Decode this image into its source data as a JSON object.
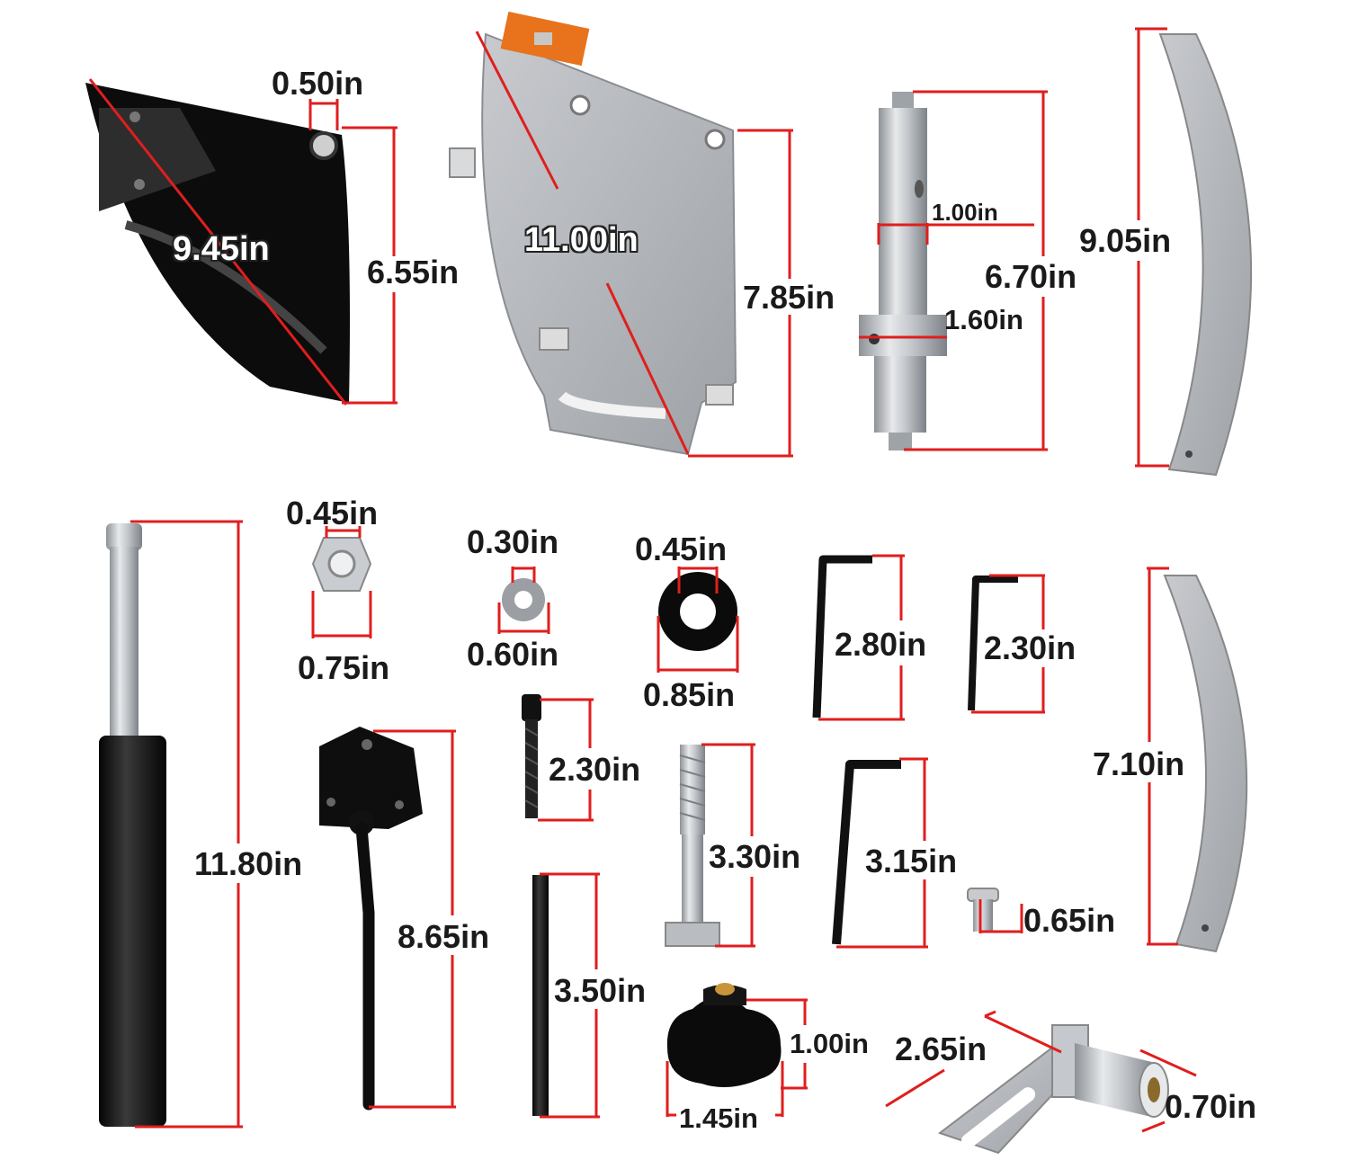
{
  "dimensions": {
    "lower_guard_diagonal": "9.45in",
    "lower_guard_hole": "0.50in",
    "lower_guard_height": "6.55in",
    "upper_guard_diagonal": "11.00in",
    "upper_guard_height": "7.85in",
    "shaft_length": "6.70in",
    "shaft_diameter": "1.00in",
    "shaft_collar": "1.60in",
    "long_arc_height": "9.05in",
    "short_arc_height": "7.10in",
    "gas_spring_length": "11.80in",
    "nut_inner": "0.45in",
    "nut_outer": "0.75in",
    "washer_inner": "0.30in",
    "washer_outer": "0.60in",
    "rubber_washer_inner": "0.45in",
    "rubber_washer_outer": "0.85in",
    "hex_key_large": "2.80in",
    "hex_key_small": "2.30in",
    "socket_screw_length": "2.30in",
    "handle_lever_length": "8.65in",
    "bolt_length": "3.30in",
    "hex_key_medium": "3.15in",
    "plug_length": "0.65in",
    "pin_length": "3.50in",
    "knob_height": "1.00in",
    "knob_width": "1.45in",
    "bracket_length": "2.65in",
    "bracket_hole": "0.70in"
  },
  "colors": {
    "dimension_line": "#e01e1e",
    "label_text": "#1a1a1a",
    "steel": "#b9bcc0",
    "black_part": "#111111",
    "orange_block": "#e8731c"
  }
}
